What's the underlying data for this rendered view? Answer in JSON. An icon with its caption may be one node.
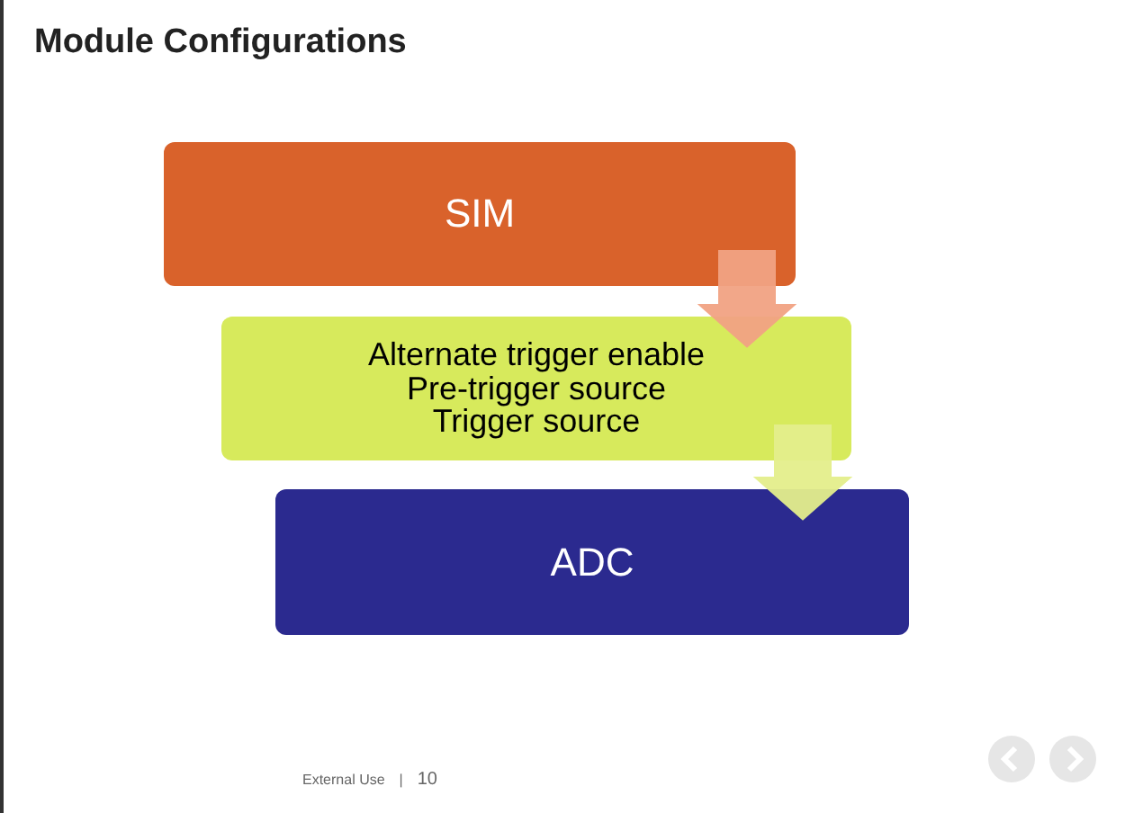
{
  "diagram": {
    "title": "Module Configurations",
    "nodes": [
      {
        "text": [
          "SIM"
        ]
      },
      {
        "text": [
          "Alternate trigger enable",
          "Pre-trigger source",
          "Trigger source"
        ]
      },
      {
        "text": [
          "ADC"
        ]
      }
    ],
    "edges": [
      {
        "from": 0,
        "to": 1,
        "arrow": "to",
        "style": "thick",
        "color": "#f2a383"
      },
      {
        "from": 1,
        "to": 2,
        "arrow": "to",
        "style": "thick",
        "color": "#e4ef8c"
      }
    ],
    "labels": [
      "External Use",
      "|",
      "10"
    ]
  }
}
